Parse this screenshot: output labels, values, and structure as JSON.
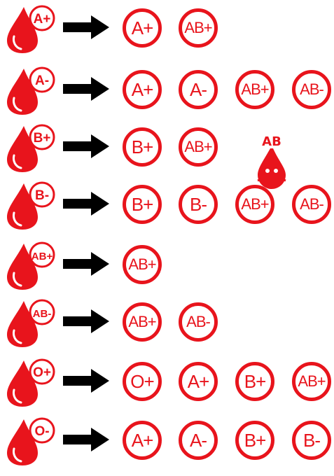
{
  "colors": {
    "accent": "#e8141c",
    "arrow": "#000000",
    "background": "#ffffff"
  },
  "rows": [
    {
      "donor": "A+",
      "recipients": [
        "A+",
        "AB+"
      ]
    },
    {
      "donor": "A-",
      "recipients": [
        "A+",
        "A-",
        "AB+",
        "AB-"
      ]
    },
    {
      "donor": "B+",
      "recipients": [
        "B+",
        "AB+"
      ]
    },
    {
      "donor": "B-",
      "recipients": [
        "B+",
        "B-",
        "AB+",
        "AB-"
      ]
    },
    {
      "donor": "AB+",
      "recipients": [
        "AB+"
      ]
    },
    {
      "donor": "AB-",
      "recipients": [
        "AB+",
        "AB-"
      ]
    },
    {
      "donor": "O+",
      "recipients": [
        "O+",
        "A+",
        "B+",
        "AB+"
      ]
    },
    {
      "donor": "O-",
      "recipients": [
        "A+",
        "A-",
        "B+",
        "B-"
      ]
    }
  ],
  "mascot_label": "AB"
}
